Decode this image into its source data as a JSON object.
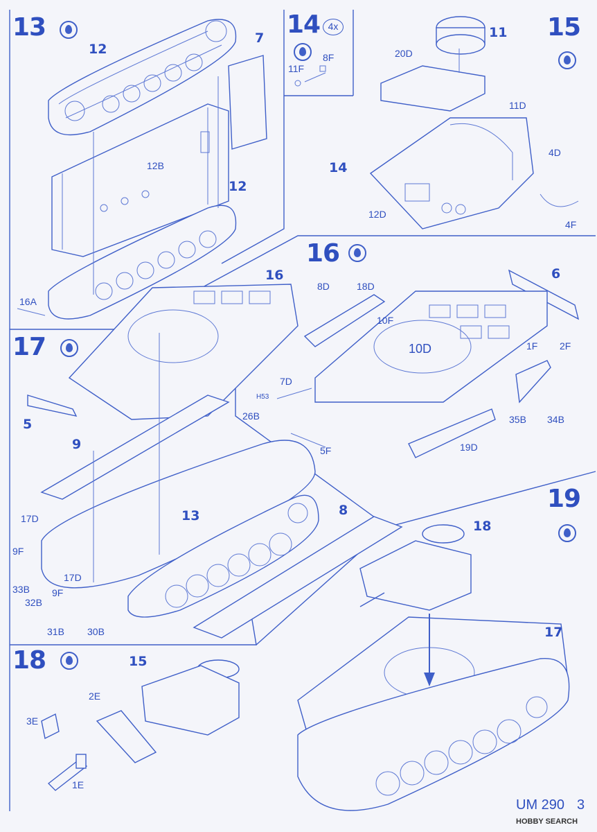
{
  "steps": [
    {
      "number": "13",
      "ref": "12",
      "ref2": "7",
      "ref3": "12",
      "parts": [
        "12B",
        "16A"
      ]
    },
    {
      "number": "14",
      "quantity": "4x",
      "parts": [
        "8F",
        "11F"
      ]
    },
    {
      "number": "15",
      "ref": "11",
      "parts": [
        "20D",
        "11D",
        "4D",
        "14",
        "12D",
        "4F"
      ]
    },
    {
      "number": "16",
      "ref": "6",
      "parts": [
        "8D",
        "18D",
        "10F",
        "10D",
        "1F",
        "2F",
        "7D",
        "H53",
        "26B",
        "5F",
        "19D",
        "35B",
        "34B"
      ]
    },
    {
      "number": "17",
      "refs": [
        "16",
        "5",
        "9",
        "13",
        "8"
      ],
      "parts": [
        "17D",
        "9F",
        "33B",
        "32B",
        "17D",
        "9F",
        "31B",
        "30B"
      ]
    },
    {
      "number": "18",
      "ref": "15",
      "parts": [
        "2E",
        "3E",
        "1E"
      ]
    },
    {
      "number": "19",
      "ref": "18",
      "ref2": "17"
    }
  ],
  "footer": {
    "code": "UM 290",
    "page": "3"
  },
  "watermark": "HOBBY SEARCH",
  "colors": {
    "ink": "#2f4fbf",
    "paper": "#f4f5fa"
  }
}
